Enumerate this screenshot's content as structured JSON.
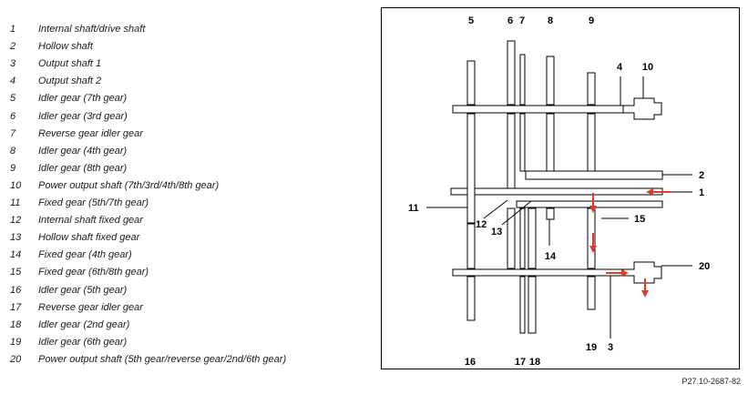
{
  "legend": [
    {
      "num": "1",
      "label": "Internal shaft/drive shaft"
    },
    {
      "num": "2",
      "label": "Hollow shaft"
    },
    {
      "num": "3",
      "label": "Output shaft 1"
    },
    {
      "num": "4",
      "label": "Output shaft 2"
    },
    {
      "num": "5",
      "label": "Idler gear (7th gear)"
    },
    {
      "num": "6",
      "label": "Idler gear (3rd gear)"
    },
    {
      "num": "7",
      "label": "Reverse gear idler gear"
    },
    {
      "num": "8",
      "label": "Idler gear (4th gear)"
    },
    {
      "num": "9",
      "label": "Idler gear (8th gear)"
    },
    {
      "num": "10",
      "label": "Power output shaft (7th/3rd/4th/8th gear)"
    },
    {
      "num": "11",
      "label": "Fixed gear (5th/7th gear)"
    },
    {
      "num": "12",
      "label": "Internal shaft fixed gear"
    },
    {
      "num": "13",
      "label": "Hollow shaft fixed gear"
    },
    {
      "num": "14",
      "label": "Fixed gear (4th gear)"
    },
    {
      "num": "15",
      "label": "Fixed gear (6th/8th gear)"
    },
    {
      "num": "16",
      "label": "Idler gear (5th gear)"
    },
    {
      "num": "17",
      "label": "Reverse gear idler gear"
    },
    {
      "num": "18",
      "label": "Idler gear (2nd gear)"
    },
    {
      "num": "19",
      "label": "Idler gear (6th gear)"
    },
    {
      "num": "20",
      "label": "Power output shaft (5th gear/reverse gear/2nd/6th gear)"
    }
  ],
  "diagram": {
    "callouts": [
      "5",
      "6",
      "7",
      "8",
      "9",
      "4",
      "10",
      "2",
      "1",
      "11",
      "12",
      "13",
      "15",
      "14",
      "20",
      "16",
      "17",
      "18",
      "19",
      "3"
    ],
    "arrow_color": "#e03a2b"
  },
  "figure_ref": "P27.10-2687-82"
}
